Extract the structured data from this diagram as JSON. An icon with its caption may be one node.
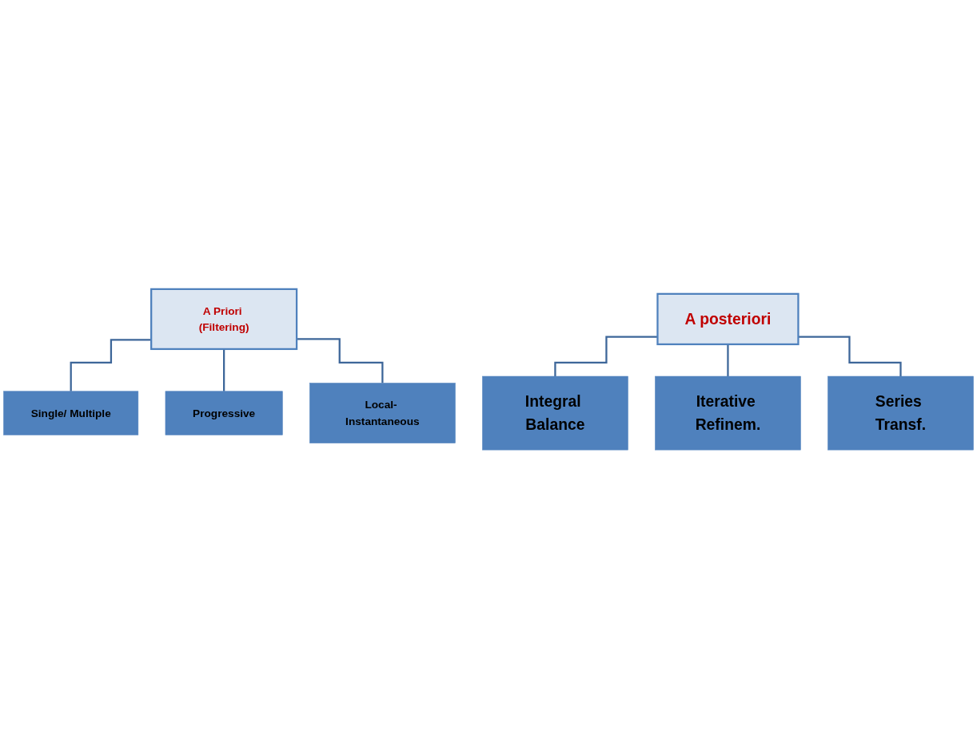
{
  "diagram": {
    "nodes": [
      {
        "text": [
          "A Priori (Filtering)"
        ]
      },
      {
        "text": [
          "Single/ Multiple"
        ]
      },
      {
        "text": [
          "Progressive"
        ]
      },
      {
        "text": [
          "Local- Instantaneous"
        ]
      },
      {
        "text": [
          "A posteriori"
        ]
      },
      {
        "text": [
          "Integral Balance"
        ]
      },
      {
        "text": [
          "Iterative Refinem."
        ]
      },
      {
        "text": [
          "Series Transf."
        ]
      }
    ],
    "edges": [
      {
        "from": 0,
        "to": 1,
        "arrow": "none"
      },
      {
        "from": 0,
        "to": 2,
        "arrow": "none"
      },
      {
        "from": 0,
        "to": 3,
        "arrow": "none"
      },
      {
        "from": 4,
        "to": 5,
        "arrow": "none"
      },
      {
        "from": 4,
        "to": 6,
        "arrow": "none"
      },
      {
        "from": 4,
        "to": 7,
        "arrow": "none"
      }
    ]
  }
}
